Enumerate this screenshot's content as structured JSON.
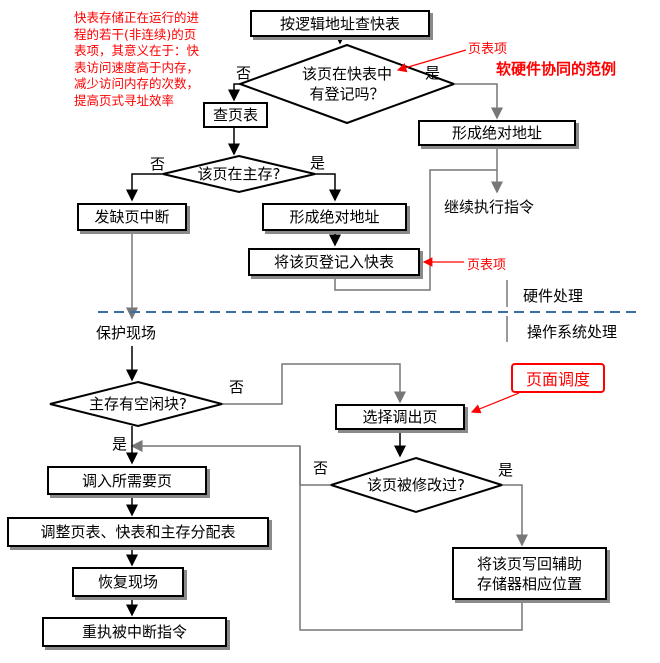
{
  "note": {
    "lines": [
      "快表存储正在运行的进",
      "程的若干(非连续)的页",
      "表项，其意义在于：快",
      "表访问速度高于内存，",
      "减少访问内存的次数，",
      "提高页式寻址效率"
    ]
  },
  "title": "软硬件协同的范例",
  "boxes": {
    "lookup_tlb": "按逻辑地址查快表",
    "check_page_table": "查页表",
    "form_abs_addr_1": "形成绝对地址",
    "page_fault": "发缺页中断",
    "form_abs_addr_2": "形成绝对地址",
    "register_tlb": "将该页登记入快表",
    "select_out_page": "选择调出页",
    "load_page": "调入所需要页",
    "adjust_tables": "调整页表、快表和主存分配表",
    "restore_context": "恢复现场",
    "re_execute": "重执被中断指令",
    "write_back_line1": "将该页写回辅助",
    "write_back_line2": "存储器相应位置"
  },
  "decisions": {
    "in_tlb_line1": "该页在快表中",
    "in_tlb_line2": "有登记吗？",
    "in_memory": "该页在主存?",
    "free_block": "主存有空闲块?",
    "modified": "该页被修改过?"
  },
  "labels": {
    "no": "否",
    "yes": "是",
    "continue_exec": "继续执行指令",
    "save_context": "保护现场",
    "page_table_entry": "页表项",
    "hardware": "硬件处理",
    "os": "操作系统处理",
    "page_scheduling": "页面调度"
  },
  "colors": {
    "accent_red": "#ff0000",
    "divider_blue": "#3a6fa5"
  }
}
